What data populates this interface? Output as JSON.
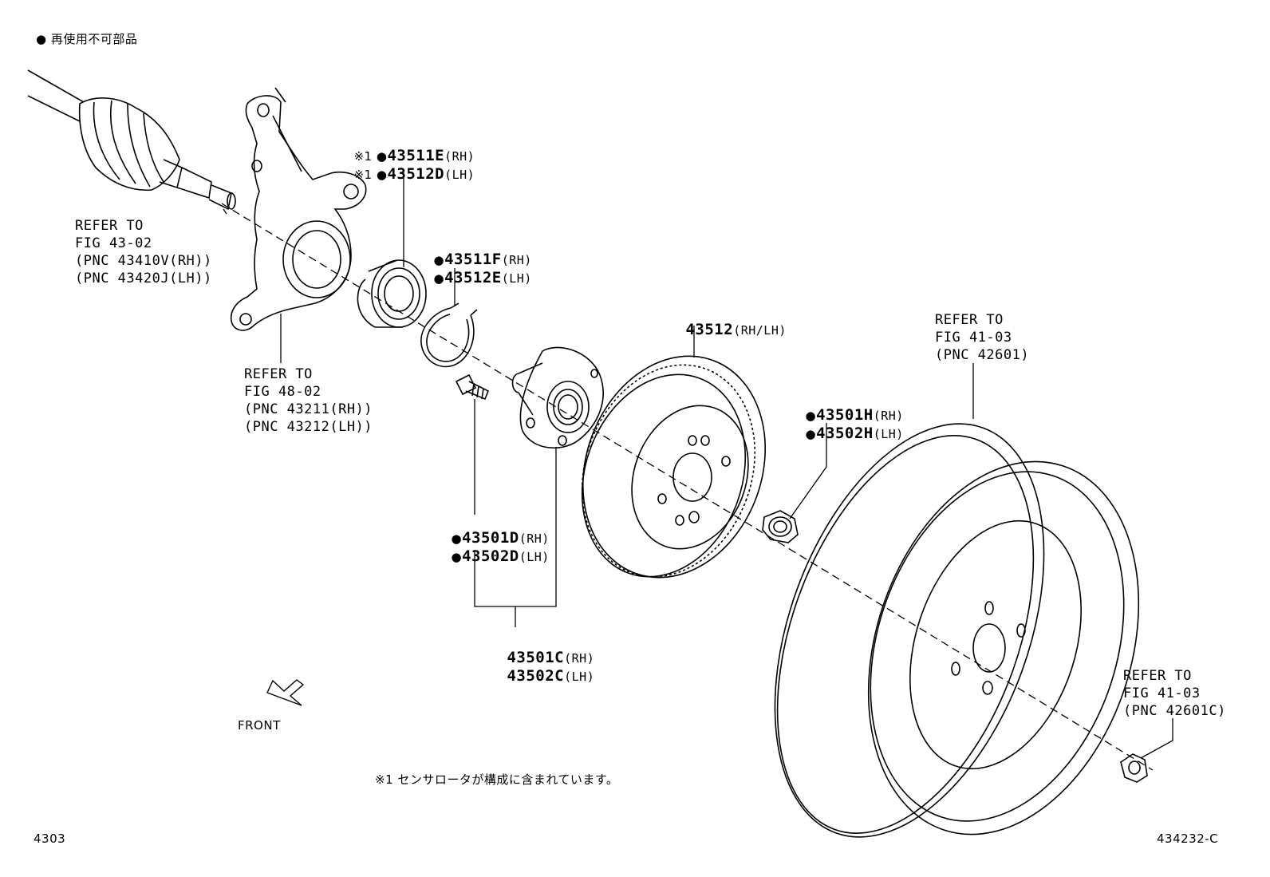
{
  "legend": {
    "text": "● 再使用不可部品"
  },
  "note": {
    "text": "※1 センサロータが構成に含まれています。"
  },
  "page_number": "4303",
  "figure_code": "434232-C",
  "front_label": "FRONT",
  "refs": {
    "drive_shaft": [
      "REFER TO",
      "FIG 43-02",
      "(PNC 43410V(RH))",
      "(PNC 43420J(LH))"
    ],
    "knuckle": [
      "REFER TO",
      "FIG 48-02",
      "(PNC 43211(RH))",
      "(PNC 43212(LH))"
    ],
    "wheel": [
      "REFER TO",
      "FIG 41-03",
      "(PNC 42601)"
    ],
    "wheel_nut": [
      "REFER TO",
      "FIG 41-03",
      "(PNC 42601C)"
    ]
  },
  "parts": {
    "bearing_rh": {
      "prefix": "※1 ●",
      "pn": "43511E",
      "side": "(RH)"
    },
    "bearing_lh": {
      "prefix": "※1 ●",
      "pn": "43512D",
      "side": "(LH)"
    },
    "snapring_rh": {
      "prefix": "●",
      "pn": "43511F",
      "side": "(RH)"
    },
    "snapring_lh": {
      "prefix": "●",
      "pn": "43512E",
      "side": "(LH)"
    },
    "disc": {
      "pn": "43512",
      "side": "(RH/LH)"
    },
    "hubnut_rh": {
      "prefix": "●",
      "pn": "43501H",
      "side": "(RH)"
    },
    "hubnut_lh": {
      "prefix": "●",
      "pn": "43502H",
      "side": "(LH)"
    },
    "bolt_rh": {
      "prefix": "●",
      "pn": "43501D",
      "side": "(RH)"
    },
    "bolt_lh": {
      "prefix": "●",
      "pn": "43502D",
      "side": "(LH)"
    },
    "hub_rh": {
      "pn": "43501C",
      "side": "(RH)"
    },
    "hub_lh": {
      "pn": "43502C",
      "side": "(LH)"
    }
  }
}
